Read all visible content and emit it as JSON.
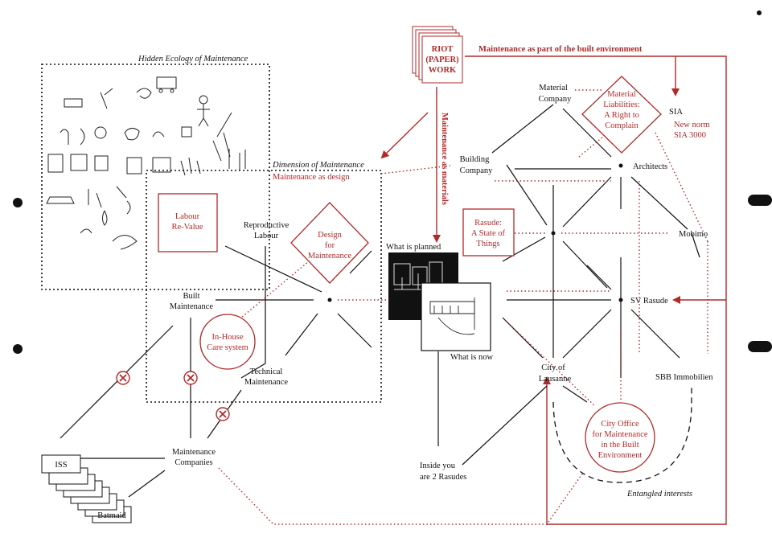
{
  "colors": {
    "red": "#b02a2a",
    "black": "#111111",
    "paper": "#ffffff"
  },
  "titles": {
    "hidden_ecology": "Hidden Ecology of Maintenance",
    "dimension": "Dimension of Maintenance",
    "as_design": "Maintenance as design",
    "built_env": "Maintenance as part of the built environment",
    "as_materials": "Maintenance as materials"
  },
  "riot": {
    "l1": "RIOT",
    "l2": "(PAPER)",
    "l3": "WORK"
  },
  "left": {
    "labour_l1": "Labour",
    "labour_l2": "Re-Value",
    "repro_l1": "Reproductive",
    "repro_l2": "Labour",
    "design_l1": "Design",
    "design_l2": "for",
    "design_l3": "Maintenance",
    "built_l1": "Built",
    "built_l2": "Maintenance",
    "inhouse_l1": "In-House",
    "inhouse_l2": "Care system",
    "tech_l1": "Technical",
    "tech_l2": "Maintenance",
    "companies_l1": "Maintenance",
    "companies_l2": "Companies",
    "iss": "ISS",
    "batmaid": "Batmaid"
  },
  "middle": {
    "planned": "What is planned",
    "now": "What is now",
    "inside_l1": "Inside you",
    "inside_l2": "are 2 Rasudes"
  },
  "right": {
    "material_l1": "Material",
    "material_l2": "Company",
    "liab_l1": "Material",
    "liab_l2": "Liabilities:",
    "liab_l3": "A Right to",
    "liab_l4": "Complain",
    "sia": "SIA",
    "sia_norm_l1": "New norm",
    "sia_norm_l2": "SIA 3000",
    "building_l1": "Building",
    "building_l2": "Company",
    "architects": "Architects",
    "rasude_l1": "Rasude:",
    "rasude_l2": "A State of",
    "rasude_l3": "Things",
    "mobimo": "Mobimo",
    "sv_rasude": "SV Rasude",
    "city_l1": "City of",
    "city_l2": "Lausanne",
    "sbb": "SBB Immobilien",
    "office_l1": "City Office",
    "office_l2": "for Maintenance",
    "office_l3": "in the Built",
    "office_l4": "Environment",
    "entangled": "Entangled interests"
  },
  "icons": [
    "sketch-icons",
    "x-mark-icon",
    "document-stack-icon",
    "building-photo-icon"
  ]
}
